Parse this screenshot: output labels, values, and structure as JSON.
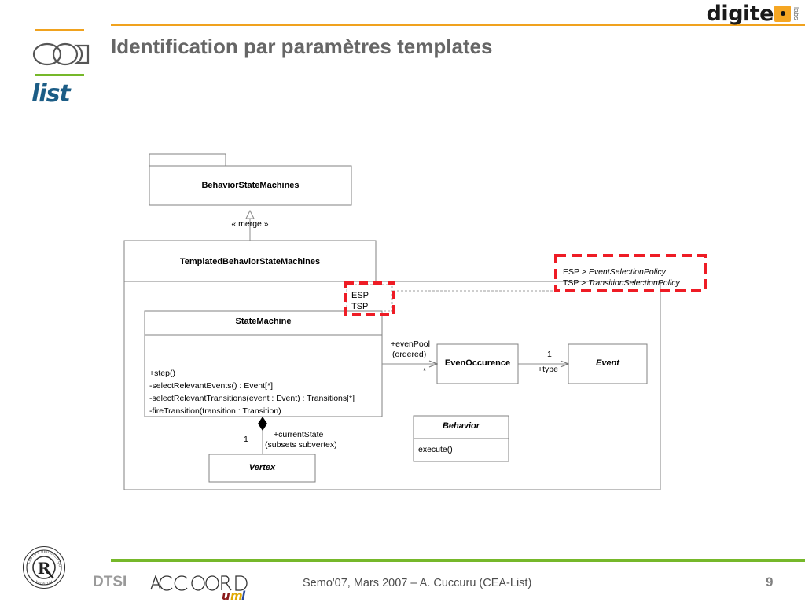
{
  "header": {
    "title": "Identification par paramètres templates",
    "cea_logo": {
      "word": "cea",
      "sub": "list"
    },
    "digiteo_logo": {
      "word": "digite",
      "labs": "labs"
    },
    "rule_color": "#f0a21e"
  },
  "diagram": {
    "packages": [
      {
        "id": "bsm",
        "name": "BehaviorStateMachines"
      },
      {
        "id": "tbsm",
        "name": "TemplatedBehaviorStateMachines"
      }
    ],
    "dependency": {
      "label": "« merge »",
      "kind": "merge"
    },
    "template_box": {
      "params": [
        "ESP",
        "TSP"
      ],
      "highlight_color": "#ee1c25"
    },
    "legend_box": {
      "rows": [
        {
          "param": "ESP",
          "op": ">",
          "binding": "EventSelectionPolicy"
        },
        {
          "param": "TSP",
          "op": ">",
          "binding": "TransitionSelectionPolicy"
        }
      ],
      "highlight_color": "#ee1c25"
    },
    "classes": [
      {
        "id": "statemachine",
        "name": "StateMachine",
        "abstract": false,
        "operations": [
          "+step()",
          "-selectRelevantEvents() : Event[*]",
          "-selectRelevantTransitions(event : Event) : Transitions[*]",
          "-fireTransition(transition : Transition)"
        ]
      },
      {
        "id": "evenoccurence",
        "name": "EvenOccurence",
        "abstract": false,
        "operations": []
      },
      {
        "id": "event",
        "name": "Event",
        "abstract": true,
        "operations": []
      },
      {
        "id": "behavior",
        "name": "Behavior",
        "abstract": true,
        "operations": [
          "execute()"
        ]
      },
      {
        "id": "vertex",
        "name": "Vertex",
        "abstract": true,
        "operations": []
      }
    ],
    "associations": [
      {
        "id": "evenpool",
        "from": "statemachine",
        "to": "evenoccurence",
        "role": "+evenPool",
        "constraint": "(ordered)",
        "target_multiplicity": "*",
        "arrow": "open"
      },
      {
        "id": "type",
        "from": "evenoccurence",
        "to": "event",
        "role": "+type",
        "source_multiplicity": "1",
        "arrow": "open"
      },
      {
        "id": "currentstate",
        "from": "statemachine",
        "to": "vertex",
        "role": "+currentState",
        "constraint": "(subsets subvertex)",
        "source_multiplicity": "1",
        "arrow": "composition"
      }
    ]
  },
  "footer": {
    "dtsi": "DTSI",
    "accord_logo": {
      "main": "ACCORD",
      "sub": "uml"
    },
    "seal": {
      "top": "LLOYD'S REGISTER QUALITY ASSURANCE",
      "letter": "R",
      "bottom": "ISO9001"
    },
    "center_text": "Semo'07, Mars 2007 – A. Cuccuru (CEA-List)",
    "page": "9",
    "rule_color": "#76b82a"
  }
}
